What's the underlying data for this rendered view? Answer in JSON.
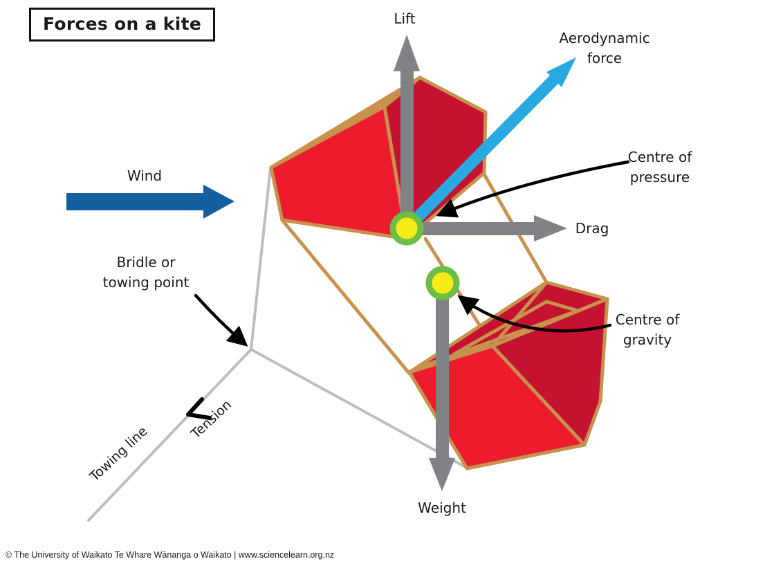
{
  "title": "Forces on a kite",
  "labels": {
    "lift": "Lift",
    "aerodynamic_force": "Aerodynamic force",
    "wind": "Wind",
    "drag": "Drag",
    "centre_of_pressure": "Centre of pressure",
    "centre_of_gravity": "Centre of gravity",
    "bridle": "Bridle or towing point",
    "weight": "Weight",
    "towing_line": "Towing line",
    "tension": "Tension"
  },
  "footer": "© The University of Waikato Te Whare Wānanga o Waikato | www.sciencelearn.org.nz",
  "colors": {
    "kite_red_light": "#EC1B2D",
    "kite_red_dark": "#C41230",
    "frame_tan": "#C9914E",
    "arrow_gray": "#808285",
    "line_gray": "#BDBDBD",
    "aero_blue": "#29A9E1",
    "wind_blue": "#135FA0",
    "marker_yellow": "#F6EB16",
    "marker_green": "#6CBE45",
    "text_black": "#1A1A1A"
  }
}
